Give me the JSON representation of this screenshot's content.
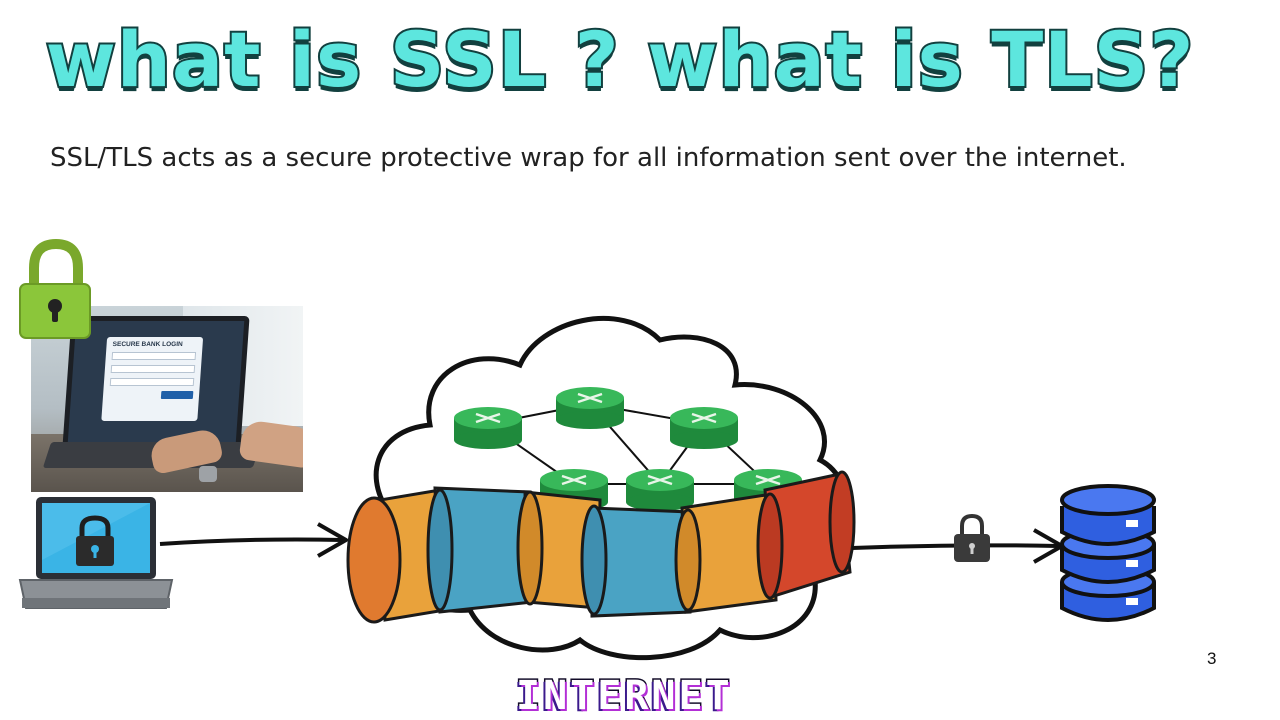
{
  "slide": {
    "title": "what is SSL ? what is TLS?",
    "subtitle": "SSL/TLS acts as a secure protective wrap for all information sent over the internet.",
    "page_number": "3"
  },
  "photo": {
    "login_title": "SECURE BANK LOGIN"
  },
  "diagram": {
    "cloud_label": "INTERNET",
    "icons": {
      "client": "laptop-with-lock-icon",
      "server": "database-server-icon",
      "router": "router-icon",
      "lock": "padlock-icon",
      "tunnel": "encrypted-tunnel"
    },
    "colors": {
      "title_fill": "#5de6de",
      "title_stroke": "#12403f",
      "router_green": "#2fa84f",
      "tunnel_orange": "#e9a23b",
      "tunnel_blue": "#4aa3c4",
      "tunnel_red": "#d4472b",
      "server_blue": "#2f5fe0",
      "lock_green": "#8bc63a"
    }
  }
}
